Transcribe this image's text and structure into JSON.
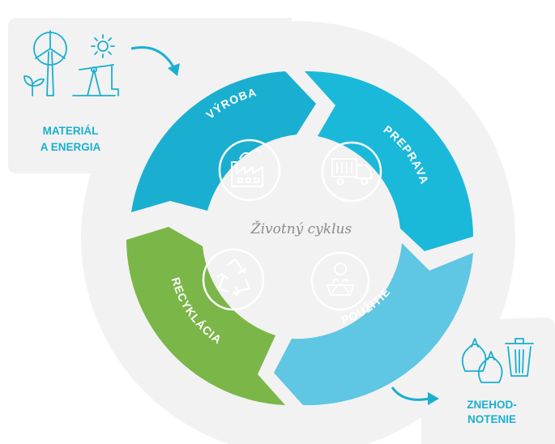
{
  "title": "Životný cyklus",
  "stages": [
    {
      "label": "VÝROBA",
      "icon": "factory-icon"
    },
    {
      "label": "PREPRAVA",
      "icon": "truck-icon"
    },
    {
      "label": "POUŽITIE",
      "icon": "person-shopping-basket-icon"
    },
    {
      "label": "RECYKLÁCIA",
      "icon": "recycle-icon"
    }
  ],
  "input": {
    "line1": "MATERIÁL",
    "line2": "A ENERGIA",
    "icons": [
      "wind-turbine-icon",
      "sun-icon",
      "plant-icon",
      "oil-pump-icon"
    ]
  },
  "output": {
    "line1": "ZNEHOD-",
    "line2": "NOTENIE",
    "icons": [
      "trash-bags-icon",
      "trash-bin-icon"
    ]
  },
  "colors": {
    "vyroba": "#1aafd0",
    "preprava": "#1ab9da",
    "pouzitie": "#5fc6e3",
    "recyklacia": "#7ab648",
    "accent": "#1aafd0",
    "panel": "#f2f2f2"
  }
}
